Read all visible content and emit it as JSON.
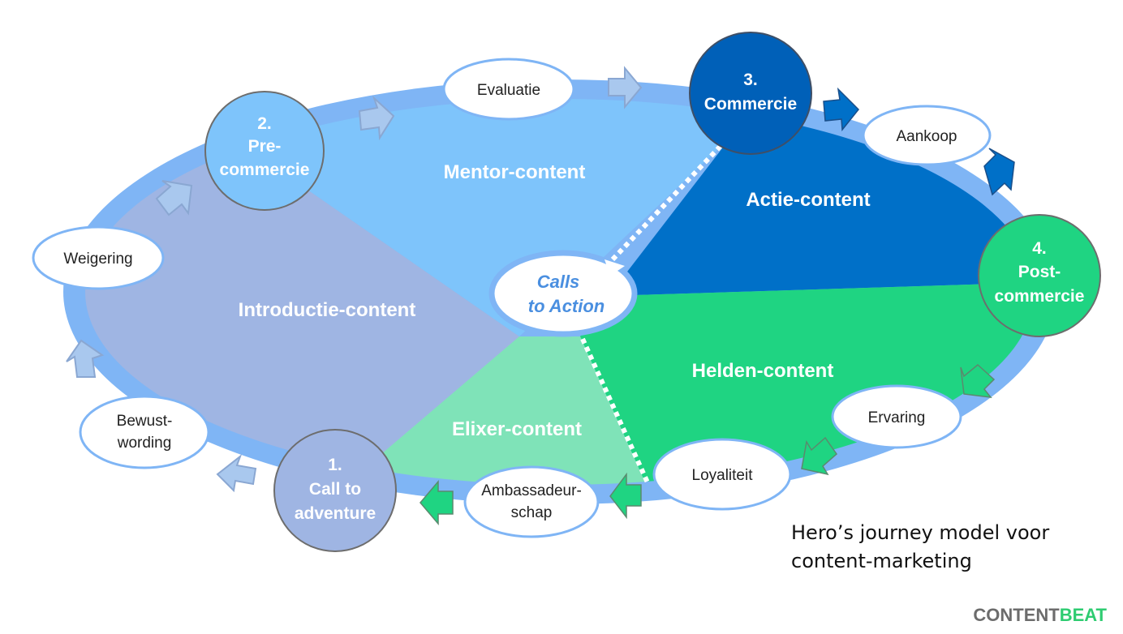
{
  "segments": {
    "mentor": "Mentor-content",
    "actie": "Actie-content",
    "introductie": "Introductie-content",
    "helden": "Helden-content",
    "elixer": "Elixer-content"
  },
  "center": {
    "line1": "Calls",
    "line2": "to Action"
  },
  "stages": {
    "stage1": {
      "line1": "1.",
      "line2": "Call to",
      "line3": "adventure"
    },
    "stage2": {
      "line1": "2.",
      "line2": "Pre-",
      "line3": "commercie"
    },
    "stage3": {
      "line1": "3.",
      "line2": "Commercie"
    },
    "stage4": {
      "line1": "4.",
      "line2": "Post-",
      "line3": "commercie"
    }
  },
  "steps": {
    "evaluatie": "Evaluatie",
    "aankoop": "Aankoop",
    "weigering": "Weigering",
    "bewustwording_1": "Bewust-",
    "bewustwording_2": "wording",
    "ambassadeurschap_1": "Ambassadeur-",
    "ambassadeurschap_2": "schap",
    "loyaliteit": "Loyaliteit",
    "ervaring": "Ervaring"
  },
  "caption": {
    "line1": "Hero’s journey model voor",
    "line2": "content-marketing"
  },
  "brand": {
    "part1": "CONTENT",
    "part2": "BEAT"
  },
  "colors": {
    "ring": "#7fb5f5",
    "introductie": "#9fb5e3",
    "mentor": "#7ec4fb",
    "actie": "#0070c8",
    "helden": "#1fd482",
    "elixer": "#7fe3b8",
    "stage1": "#9fb5e3",
    "stage2": "#7ec4fb",
    "stage3": "#0060b8",
    "stage4": "#1fd482"
  }
}
